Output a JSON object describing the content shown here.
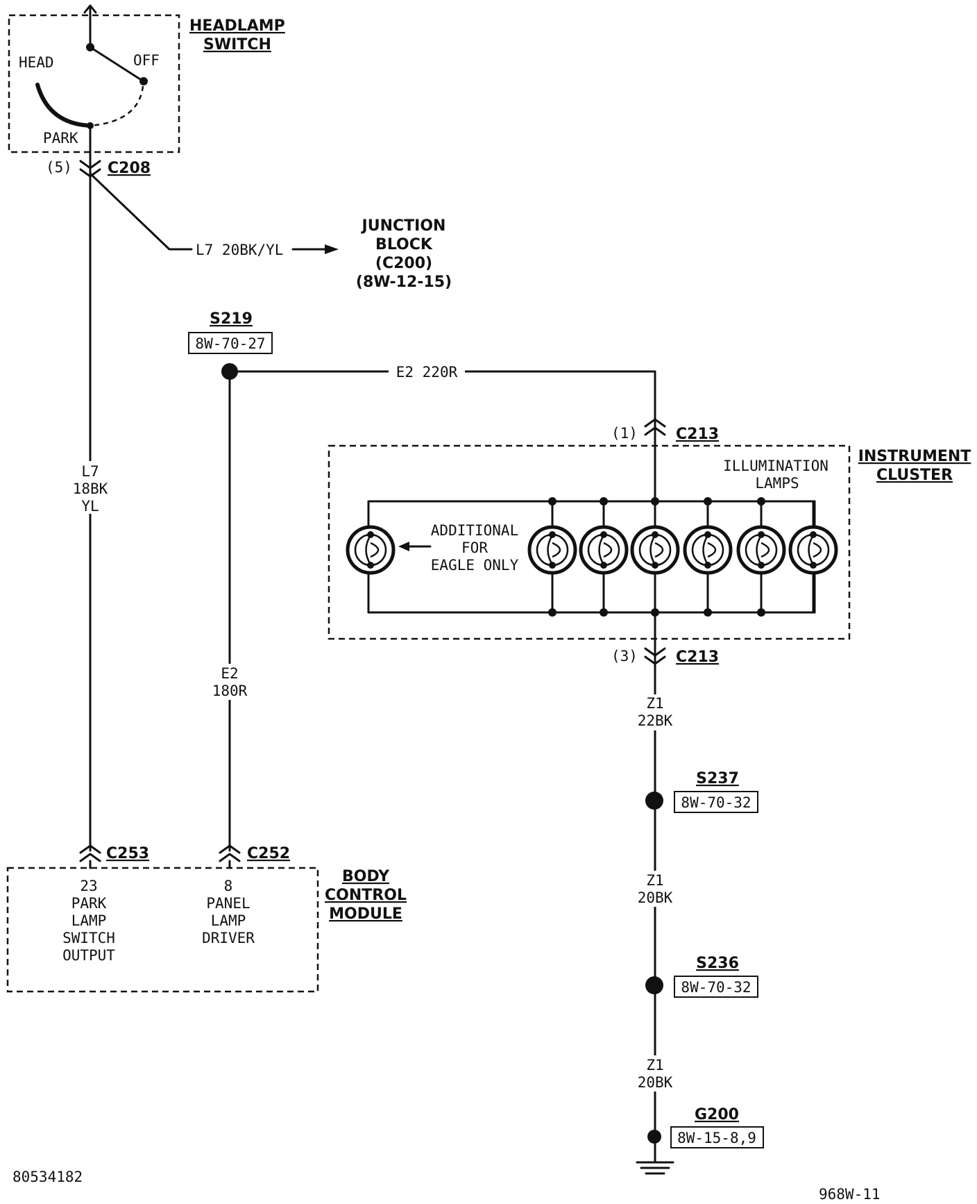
{
  "headlamp_switch": {
    "title_line1": "HEADLAMP",
    "title_line2": "SWITCH",
    "pos_head": "HEAD",
    "pos_off": "OFF",
    "pos_park": "PARK"
  },
  "c208": {
    "pin": "(5)",
    "name": "C208"
  },
  "junction_wire": "L7 20BK/YL",
  "junction_block": {
    "line1": "JUNCTION",
    "line2": "BLOCK",
    "line3": "(C200)",
    "line4": "(8W-12-15)"
  },
  "wire_l7": {
    "circuit": "L7",
    "gauge": "18BK",
    "color": "YL"
  },
  "s219": {
    "name": "S219",
    "ref": "8W-70-27"
  },
  "wire_e2_top": "E2 220R",
  "wire_e2_left": {
    "circuit": "E2",
    "gauge": "180R"
  },
  "c213_top": {
    "pin": "(1)",
    "name": "C213"
  },
  "c213_bottom": {
    "pin": "(3)",
    "name": "C213"
  },
  "instrument_cluster": {
    "title_line1": "INSTRUMENT",
    "title_line2": "CLUSTER",
    "lamps_line1": "ILLUMINATION",
    "lamps_line2": "LAMPS",
    "note_line1": "ADDITIONAL",
    "note_line2": "FOR",
    "note_line3": "EAGLE ONLY"
  },
  "wire_z1_a": {
    "circuit": "Z1",
    "gauge": "22BK"
  },
  "s237": {
    "name": "S237",
    "ref": "8W-70-32"
  },
  "wire_z1_b": {
    "circuit": "Z1",
    "gauge": "20BK"
  },
  "s236": {
    "name": "S236",
    "ref": "8W-70-32"
  },
  "wire_z1_c": {
    "circuit": "Z1",
    "gauge": "20BK"
  },
  "g200": {
    "name": "G200",
    "ref": "8W-15-8,9"
  },
  "c253": {
    "name": "C253"
  },
  "c252": {
    "name": "C252"
  },
  "bcm": {
    "title_line1": "BODY",
    "title_line2": "CONTROL",
    "title_line3": "MODULE",
    "pin23_num": "23",
    "pin23_l1": "PARK",
    "pin23_l2": "LAMP",
    "pin23_l3": "SWITCH",
    "pin23_l4": "OUTPUT",
    "pin8_num": "8",
    "pin8_l1": "PANEL",
    "pin8_l2": "LAMP",
    "pin8_l3": "DRIVER"
  },
  "footer": {
    "left_code": "80534182",
    "right_code": "968W-11"
  }
}
